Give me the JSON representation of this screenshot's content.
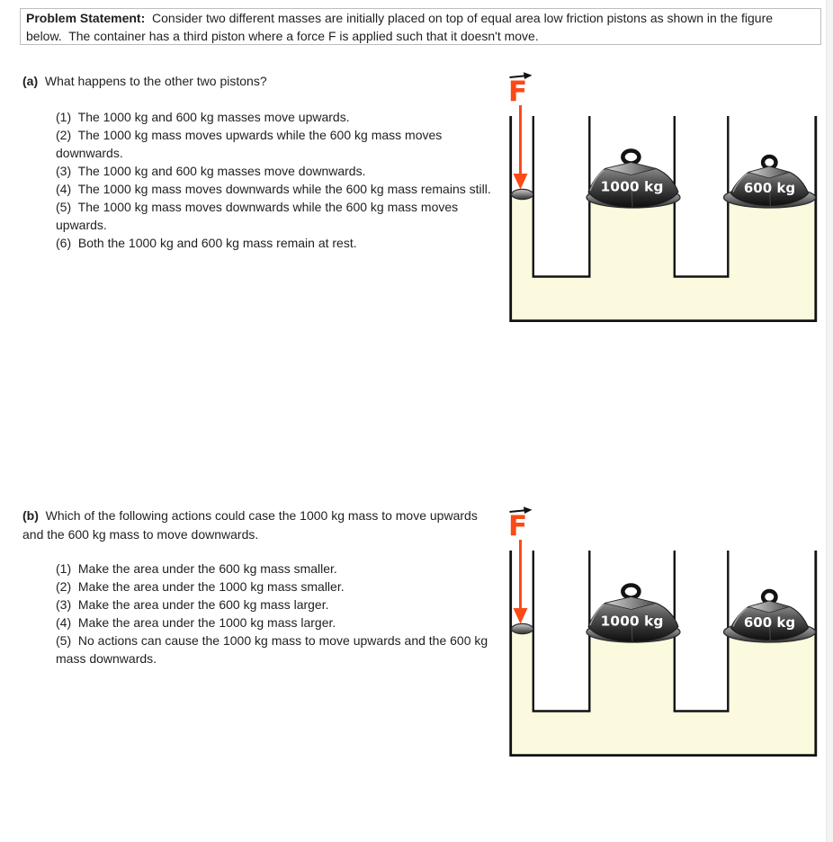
{
  "problem_statement": {
    "label": "Problem Statement:",
    "text": "  Consider two different masses are initially placed on top of equal area low friction pistons as shown in the figure\nbelow.  The container has a third piston where a force F is applied such that it doesn't move."
  },
  "sections": {
    "a": {
      "label": "(a)",
      "question": "  What happens to the other two pistons?",
      "options": [
        "(1)  The 1000 kg and 600 kg masses move upwards.",
        "(2)  The 1000 kg mass moves upwards while the 600 kg mass moves\ndownwards.",
        "(3)  The 1000 kg and 600 kg masses move downwards.",
        "(4)  The 1000 kg mass moves downwards while the 600 kg mass remains still.",
        "(5)  The 1000 kg mass moves downwards while the 600 kg mass moves\nupwards.",
        "(6)  Both the 1000 kg and 600 kg mass remain at rest."
      ]
    },
    "b": {
      "label": "(b)",
      "question": "  Which of the following actions could case the 1000 kg mass to move upwards\nand the 600 kg mass to move downwards.",
      "options": [
        "(1)  Make the area under the 600 kg mass smaller.",
        "(2)  Make the area under the 1000 kg mass smaller.",
        "(3)  Make the area under the 600 kg mass larger.",
        "(4)  Make the area under the 1000 kg mass larger.",
        "(5)  No actions can cause the 1000 kg mass to move upwards and the 600 kg\nmass downwards."
      ]
    }
  },
  "figures": [
    {
      "force_label": "F",
      "mass_large_label": "1000 kg",
      "mass_small_label": "600 kg",
      "liquid_color": "#FBFADF",
      "force_color": "#FB4A18"
    },
    {
      "force_label": "F",
      "mass_large_label": "1000 kg",
      "mass_small_label": "600 kg",
      "liquid_color": "#FBFADF",
      "force_color": "#FB4A18"
    }
  ]
}
